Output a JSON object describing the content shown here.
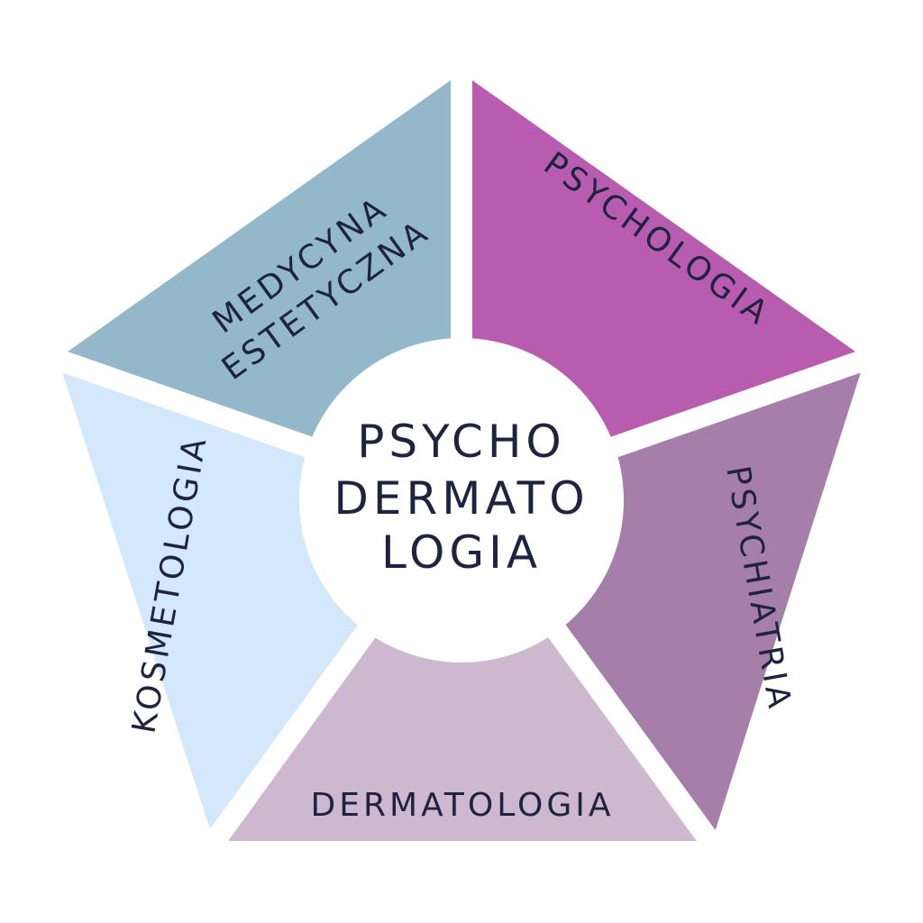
{
  "center": {
    "lines": [
      "PSYCHO",
      "DERMATO",
      "LOGIA"
    ]
  },
  "segments": [
    {
      "lines": [
        "MEDYCYNA",
        "ESTETYCZNA"
      ],
      "color": "#93b8c9"
    },
    {
      "label": "PSYCHOLOGIA",
      "color": "#b85caf"
    },
    {
      "label": "PSYCHIATRIA",
      "color": "#a57ea9"
    },
    {
      "label": "DERMATOLOGIA",
      "color": "#cdb8cf"
    },
    {
      "label": "KOSMETOLOGIA",
      "color": "#d4e8fb"
    }
  ],
  "text_color": "#1e2340"
}
